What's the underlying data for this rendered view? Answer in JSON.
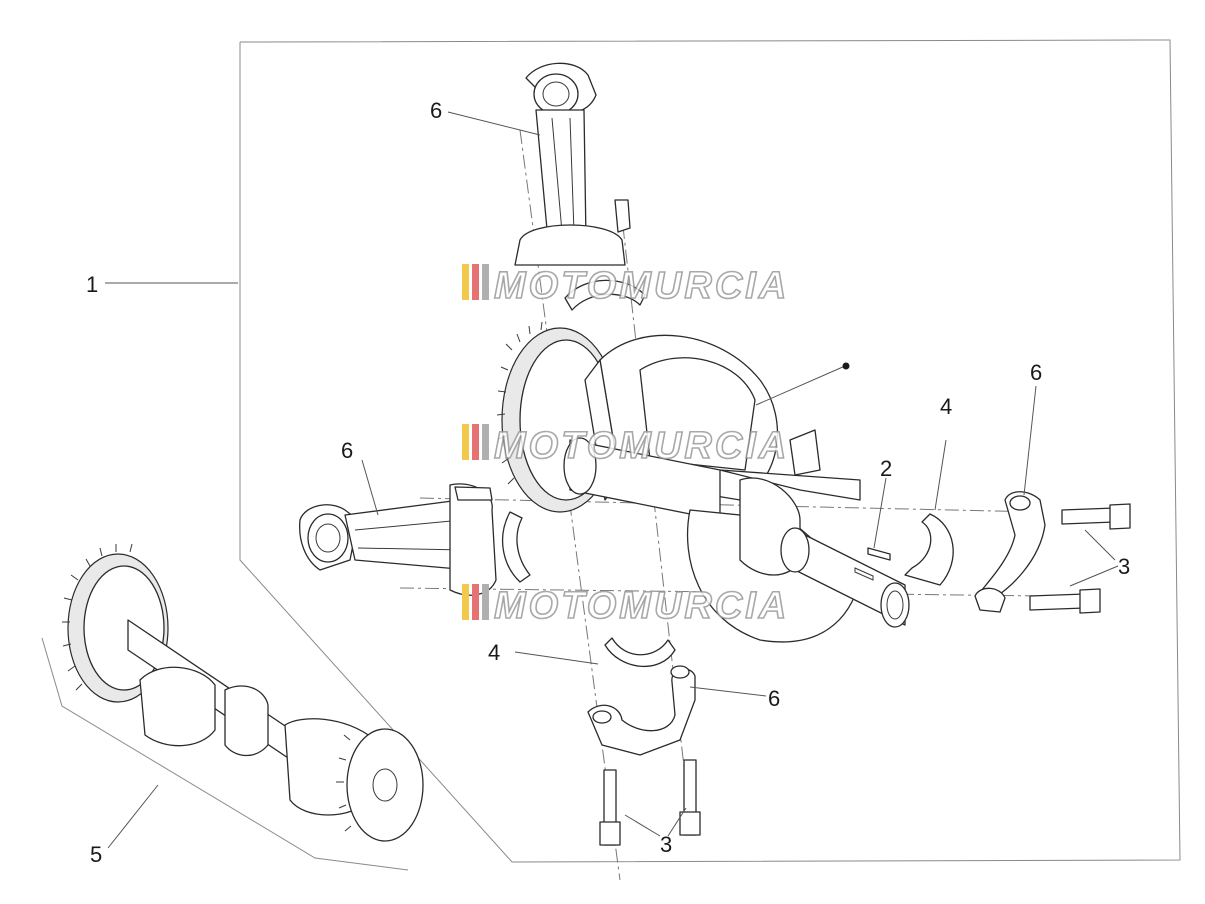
{
  "callouts": {
    "c1": "1",
    "c2": "2",
    "c3a": "3",
    "c3b": "3",
    "c4a": "4",
    "c4b": "4",
    "c5": "5",
    "c6a": "6",
    "c6b": "6",
    "c6c": "6",
    "c6d": "6"
  },
  "watermark": {
    "brand": "MOTOMURCIA",
    "stripe_colors": [
      "#f2c94c",
      "#e57373",
      "#b0b0b0"
    ]
  },
  "colors": {
    "line": "#2b2b2b",
    "frame": "#8a8a8a",
    "background": "#ffffff"
  }
}
